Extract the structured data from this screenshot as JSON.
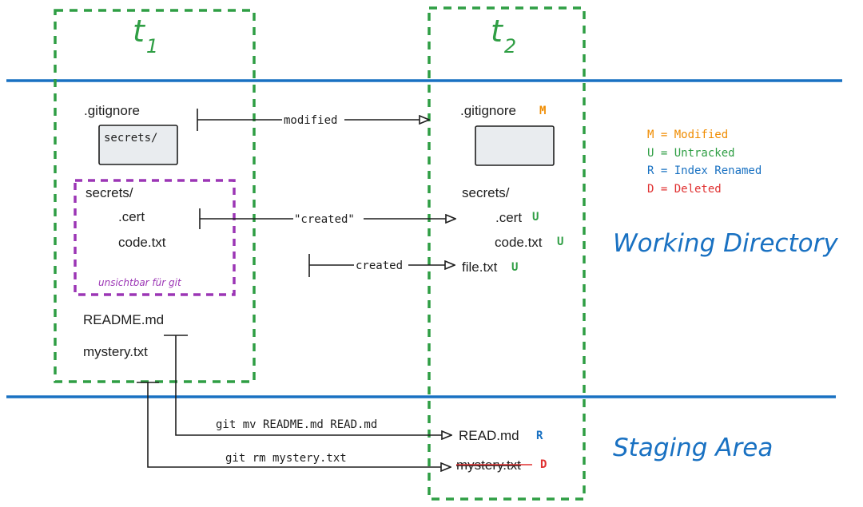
{
  "diagram": {
    "times": {
      "t1": "t1",
      "t2": "t2",
      "t1_base": "t",
      "t1_sub": "1",
      "t2_base": "t",
      "t2_sub": "2"
    },
    "areas": {
      "working": "Working Directory",
      "staging": "Staging Area"
    },
    "t1_files": {
      "gitignore": ".gitignore",
      "gitignore_content": "secrets/",
      "secrets_folder": "secrets/",
      "cert": ".cert",
      "code": "code.txt",
      "invisible_note": "unsichtbar für git",
      "readme": "README.md",
      "mystery": "mystery.txt"
    },
    "t2_files": {
      "gitignore": ".gitignore",
      "gitignore_status": "M",
      "secrets_folder": "secrets/",
      "cert": ".cert",
      "cert_status": "U",
      "code": "code.txt",
      "code_status": "U",
      "file": "file.txt",
      "file_status": "U",
      "read": "READ.md",
      "read_status": "R",
      "mystery": "mystery.txt",
      "mystery_status": "D"
    },
    "edges": {
      "modified": "modified",
      "created_quoted": "\"created\"",
      "created": "created",
      "git_mv": "git mv README.md READ.md",
      "git_rm": "git rm mystery.txt"
    },
    "legend": [
      {
        "text": "M = Modified",
        "color": "#f08c00"
      },
      {
        "text": "U = Untracked",
        "color": "#2f9e44"
      },
      {
        "text": "R = Index Renamed",
        "color": "#1971c2"
      },
      {
        "text": "D = Deleted",
        "color": "#e03131"
      }
    ],
    "colors": {
      "time_box": "#2f9e44",
      "invisible_box": "#9c36b5",
      "area_line": "#1971c2",
      "modified": "#f08c00",
      "untracked": "#2f9e44",
      "renamed": "#1971c2",
      "deleted": "#e03131"
    }
  }
}
